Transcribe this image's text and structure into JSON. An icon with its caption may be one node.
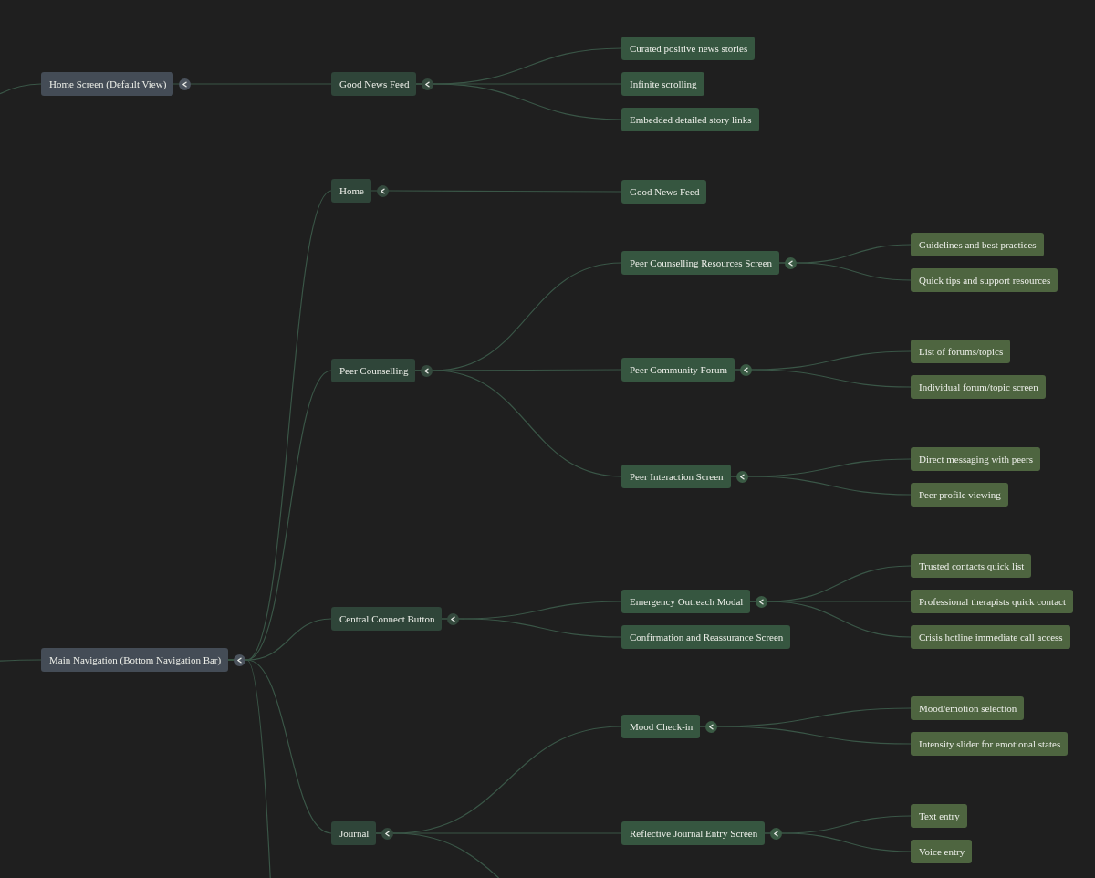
{
  "diagram": {
    "nodes": [
      {
        "text": [
          "Home Screen (Default View)"
        ]
      },
      {
        "text": [
          "Good News Feed"
        ]
      },
      {
        "text": [
          "Curated positive news stories"
        ]
      },
      {
        "text": [
          "Infinite scrolling"
        ]
      },
      {
        "text": [
          "Embedded detailed story links"
        ]
      },
      {
        "text": [
          "Main Navigation (Bottom Navigation Bar)"
        ]
      },
      {
        "text": [
          "Home"
        ]
      },
      {
        "text": [
          "Good News Feed"
        ]
      },
      {
        "text": [
          "Peer Counselling"
        ]
      },
      {
        "text": [
          "Peer Counselling Resources Screen"
        ]
      },
      {
        "text": [
          "Guidelines and best practices"
        ]
      },
      {
        "text": [
          "Quick tips and support resources"
        ]
      },
      {
        "text": [
          "Peer Community Forum"
        ]
      },
      {
        "text": [
          "List of forums/topics"
        ]
      },
      {
        "text": [
          "Individual forum/topic screen"
        ]
      },
      {
        "text": [
          "Peer Interaction Screen"
        ]
      },
      {
        "text": [
          "Direct messaging with peers"
        ]
      },
      {
        "text": [
          "Peer profile viewing"
        ]
      },
      {
        "text": [
          "Central Connect Button"
        ]
      },
      {
        "text": [
          "Emergency Outreach Modal"
        ]
      },
      {
        "text": [
          "Trusted contacts quick list"
        ]
      },
      {
        "text": [
          "Professional therapists quick contact"
        ]
      },
      {
        "text": [
          "Crisis hotline immediate call access"
        ]
      },
      {
        "text": [
          "Confirmation and Reassurance Screen"
        ]
      },
      {
        "text": [
          "Journal"
        ]
      },
      {
        "text": [
          "Mood Check-in"
        ]
      },
      {
        "text": [
          "Mood/emotion selection"
        ]
      },
      {
        "text": [
          "Intensity slider for emotional states"
        ]
      },
      {
        "text": [
          "Reflective Journal Entry Screen"
        ]
      },
      {
        "text": [
          "Text entry"
        ]
      },
      {
        "text": [
          "Voice entry"
        ]
      }
    ],
    "edges": [
      {
        "from": null,
        "to": 0,
        "arrow": "none"
      },
      {
        "from": 0,
        "to": 1,
        "arrow": "none"
      },
      {
        "from": 1,
        "to": 2,
        "arrow": "none"
      },
      {
        "from": 1,
        "to": 3,
        "arrow": "none"
      },
      {
        "from": 1,
        "to": 4,
        "arrow": "none"
      },
      {
        "from": null,
        "to": 5,
        "arrow": "none"
      },
      {
        "from": 5,
        "to": 6,
        "arrow": "none"
      },
      {
        "from": 6,
        "to": 7,
        "arrow": "none"
      },
      {
        "from": 5,
        "to": 8,
        "arrow": "none"
      },
      {
        "from": 8,
        "to": 9,
        "arrow": "none"
      },
      {
        "from": 9,
        "to": 10,
        "arrow": "none"
      },
      {
        "from": 9,
        "to": 11,
        "arrow": "none"
      },
      {
        "from": 8,
        "to": 12,
        "arrow": "none"
      },
      {
        "from": 12,
        "to": 13,
        "arrow": "none"
      },
      {
        "from": 12,
        "to": 14,
        "arrow": "none"
      },
      {
        "from": 8,
        "to": 15,
        "arrow": "none"
      },
      {
        "from": 15,
        "to": 16,
        "arrow": "none"
      },
      {
        "from": 15,
        "to": 17,
        "arrow": "none"
      },
      {
        "from": 5,
        "to": 18,
        "arrow": "none"
      },
      {
        "from": 18,
        "to": 19,
        "arrow": "none"
      },
      {
        "from": 19,
        "to": 20,
        "arrow": "none"
      },
      {
        "from": 19,
        "to": 21,
        "arrow": "none"
      },
      {
        "from": 19,
        "to": 22,
        "arrow": "none"
      },
      {
        "from": 18,
        "to": 23,
        "arrow": "none"
      },
      {
        "from": 5,
        "to": 24,
        "arrow": "none"
      },
      {
        "from": 24,
        "to": 25,
        "arrow": "none"
      },
      {
        "from": 25,
        "to": 26,
        "arrow": "none"
      },
      {
        "from": 25,
        "to": 27,
        "arrow": "none"
      },
      {
        "from": 24,
        "to": 28,
        "arrow": "none"
      },
      {
        "from": 28,
        "to": 29,
        "arrow": "none"
      },
      {
        "from": 28,
        "to": 30,
        "arrow": "none"
      },
      {
        "from": 5,
        "to": null,
        "arrow": "none"
      },
      {
        "from": 24,
        "to": null,
        "arrow": "none"
      }
    ]
  }
}
